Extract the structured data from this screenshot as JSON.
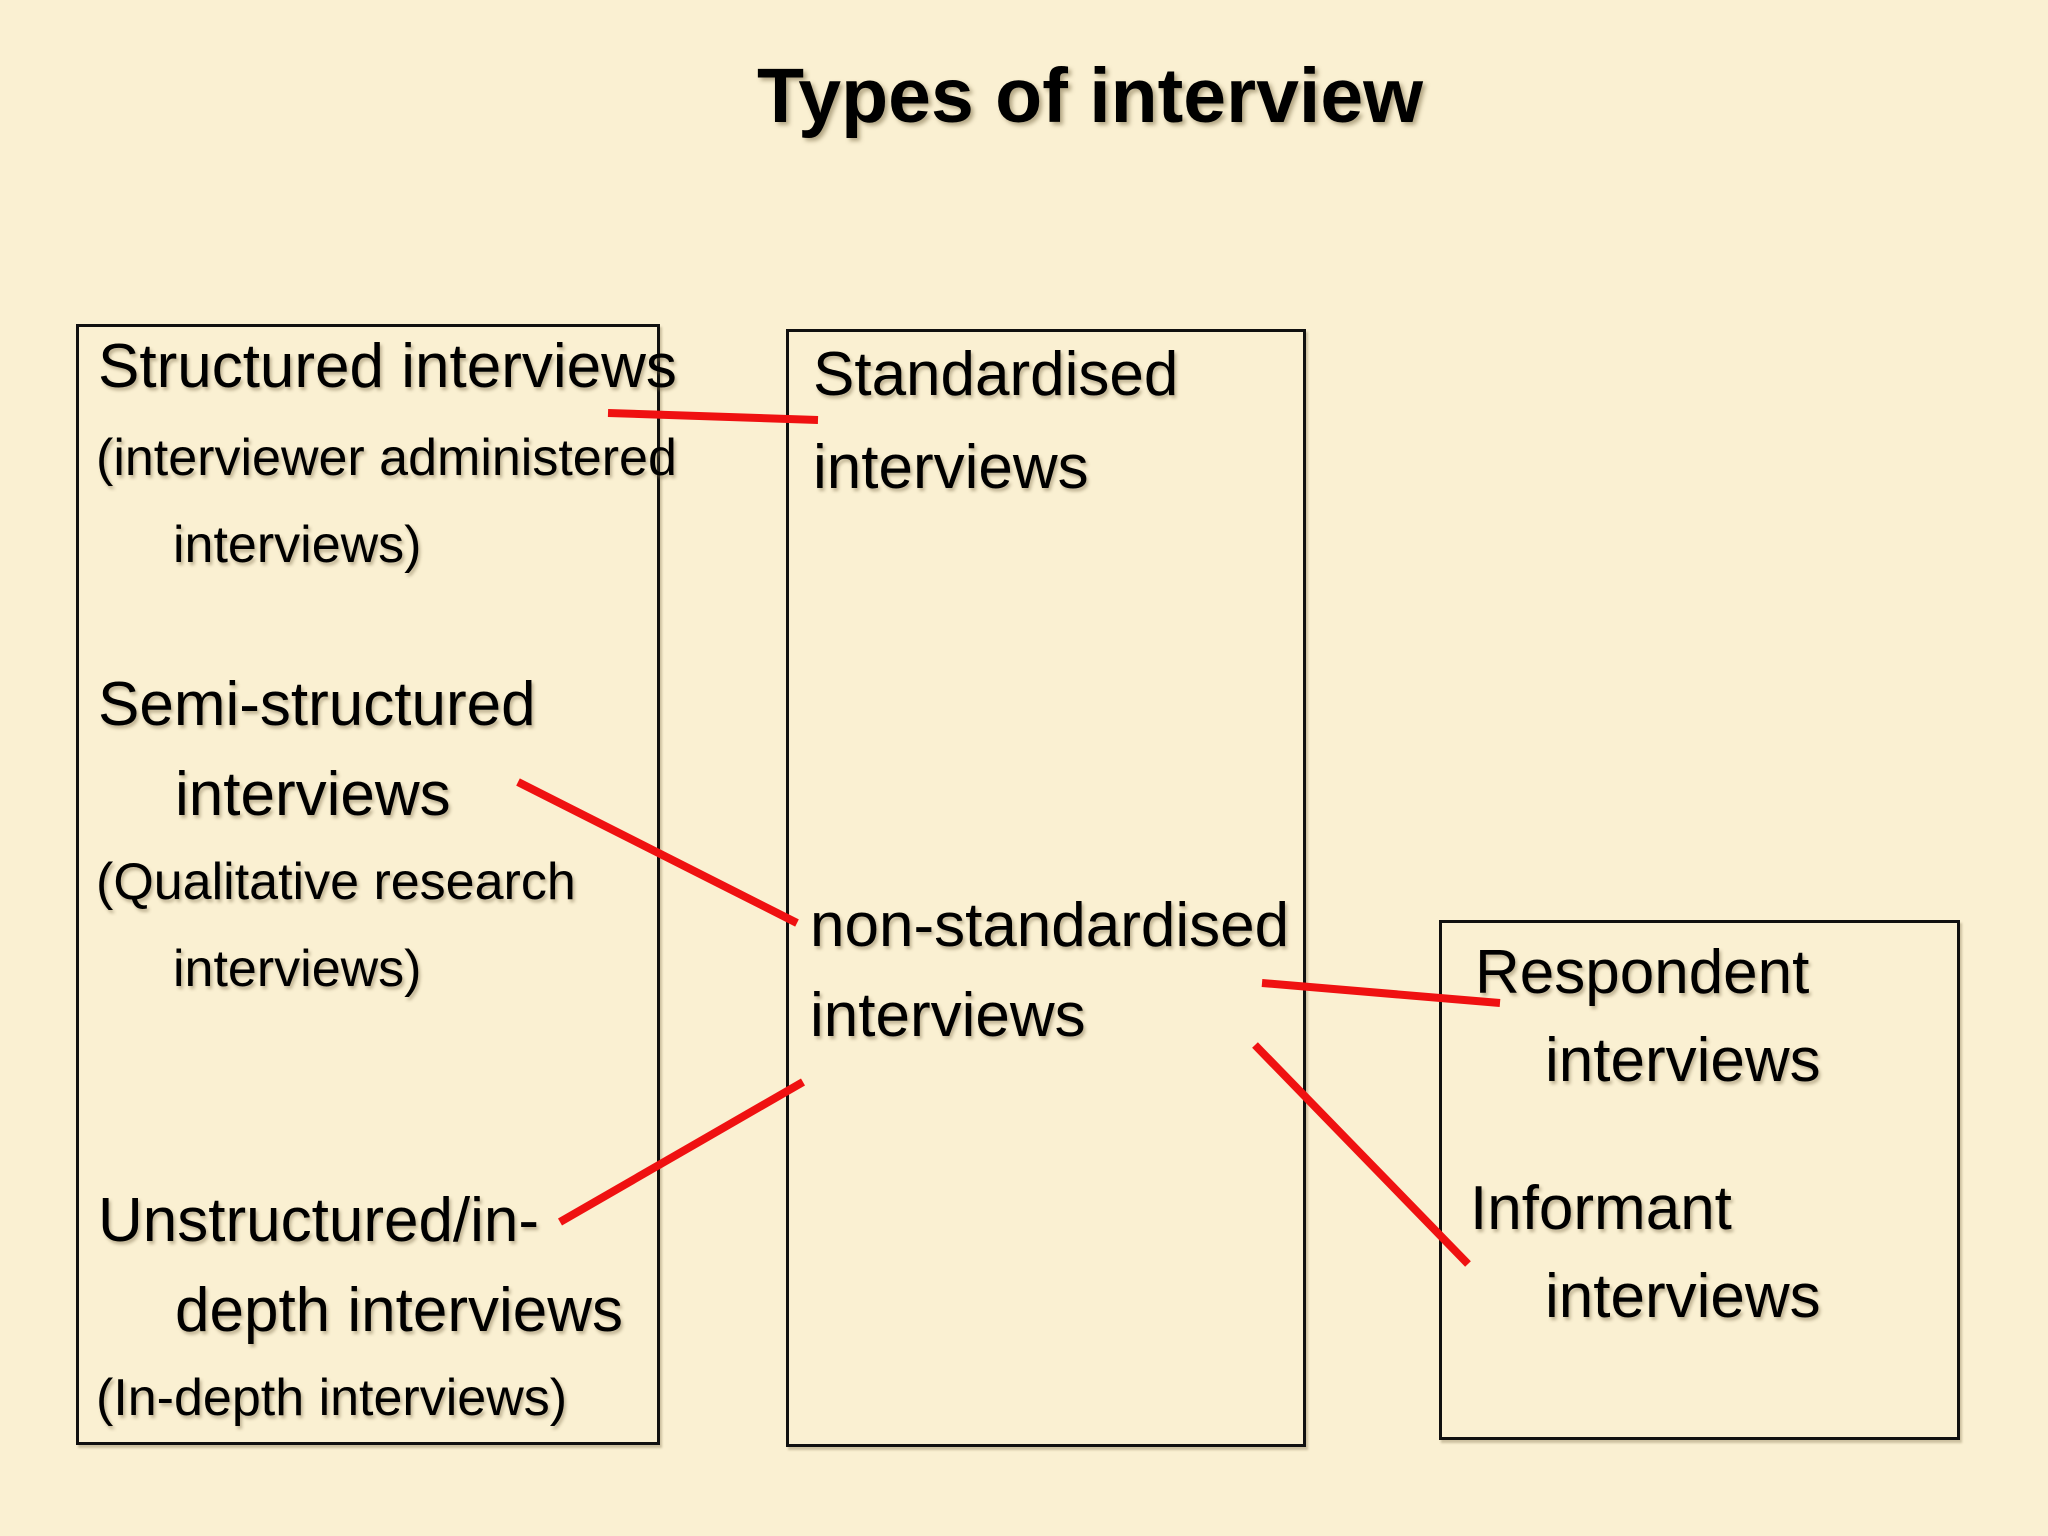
{
  "title": "Types of interview",
  "colors": {
    "background": "#faf0d2",
    "connector_red": "#ef1111",
    "box_border": "#101010",
    "text": "#000000"
  },
  "left_box": {
    "structured": {
      "line1": "Structured interviews",
      "sub1": "(interviewer administered",
      "sub2": "interviews)"
    },
    "semi_structured": {
      "line1": "Semi-structured",
      "line2": "interviews",
      "sub1": "(Qualitative research",
      "sub2": "interviews)"
    },
    "unstructured": {
      "line1": "Unstructured/in-",
      "line2": "depth interviews",
      "sub1": "(In-depth interviews)"
    }
  },
  "middle_box": {
    "standardised": {
      "line1": "Standardised",
      "line2": "interviews"
    },
    "non_standardised": {
      "line1": "non-standardised",
      "line2": "interviews"
    }
  },
  "right_box": {
    "respondent": {
      "line1": "Respondent",
      "line2": "interviews"
    },
    "informant": {
      "line1": "Informant",
      "line2": "interviews"
    }
  },
  "connections": [
    {
      "from": "Structured interviews",
      "to": "Standardised interviews"
    },
    {
      "from": "Semi-structured interviews",
      "to": "non-standardised interviews"
    },
    {
      "from": "Unstructured/in-depth interviews",
      "to": "non-standardised interviews"
    },
    {
      "from": "non-standardised interviews",
      "to": "Respondent interviews"
    },
    {
      "from": "non-standardised interviews",
      "to": "Informant interviews"
    }
  ]
}
